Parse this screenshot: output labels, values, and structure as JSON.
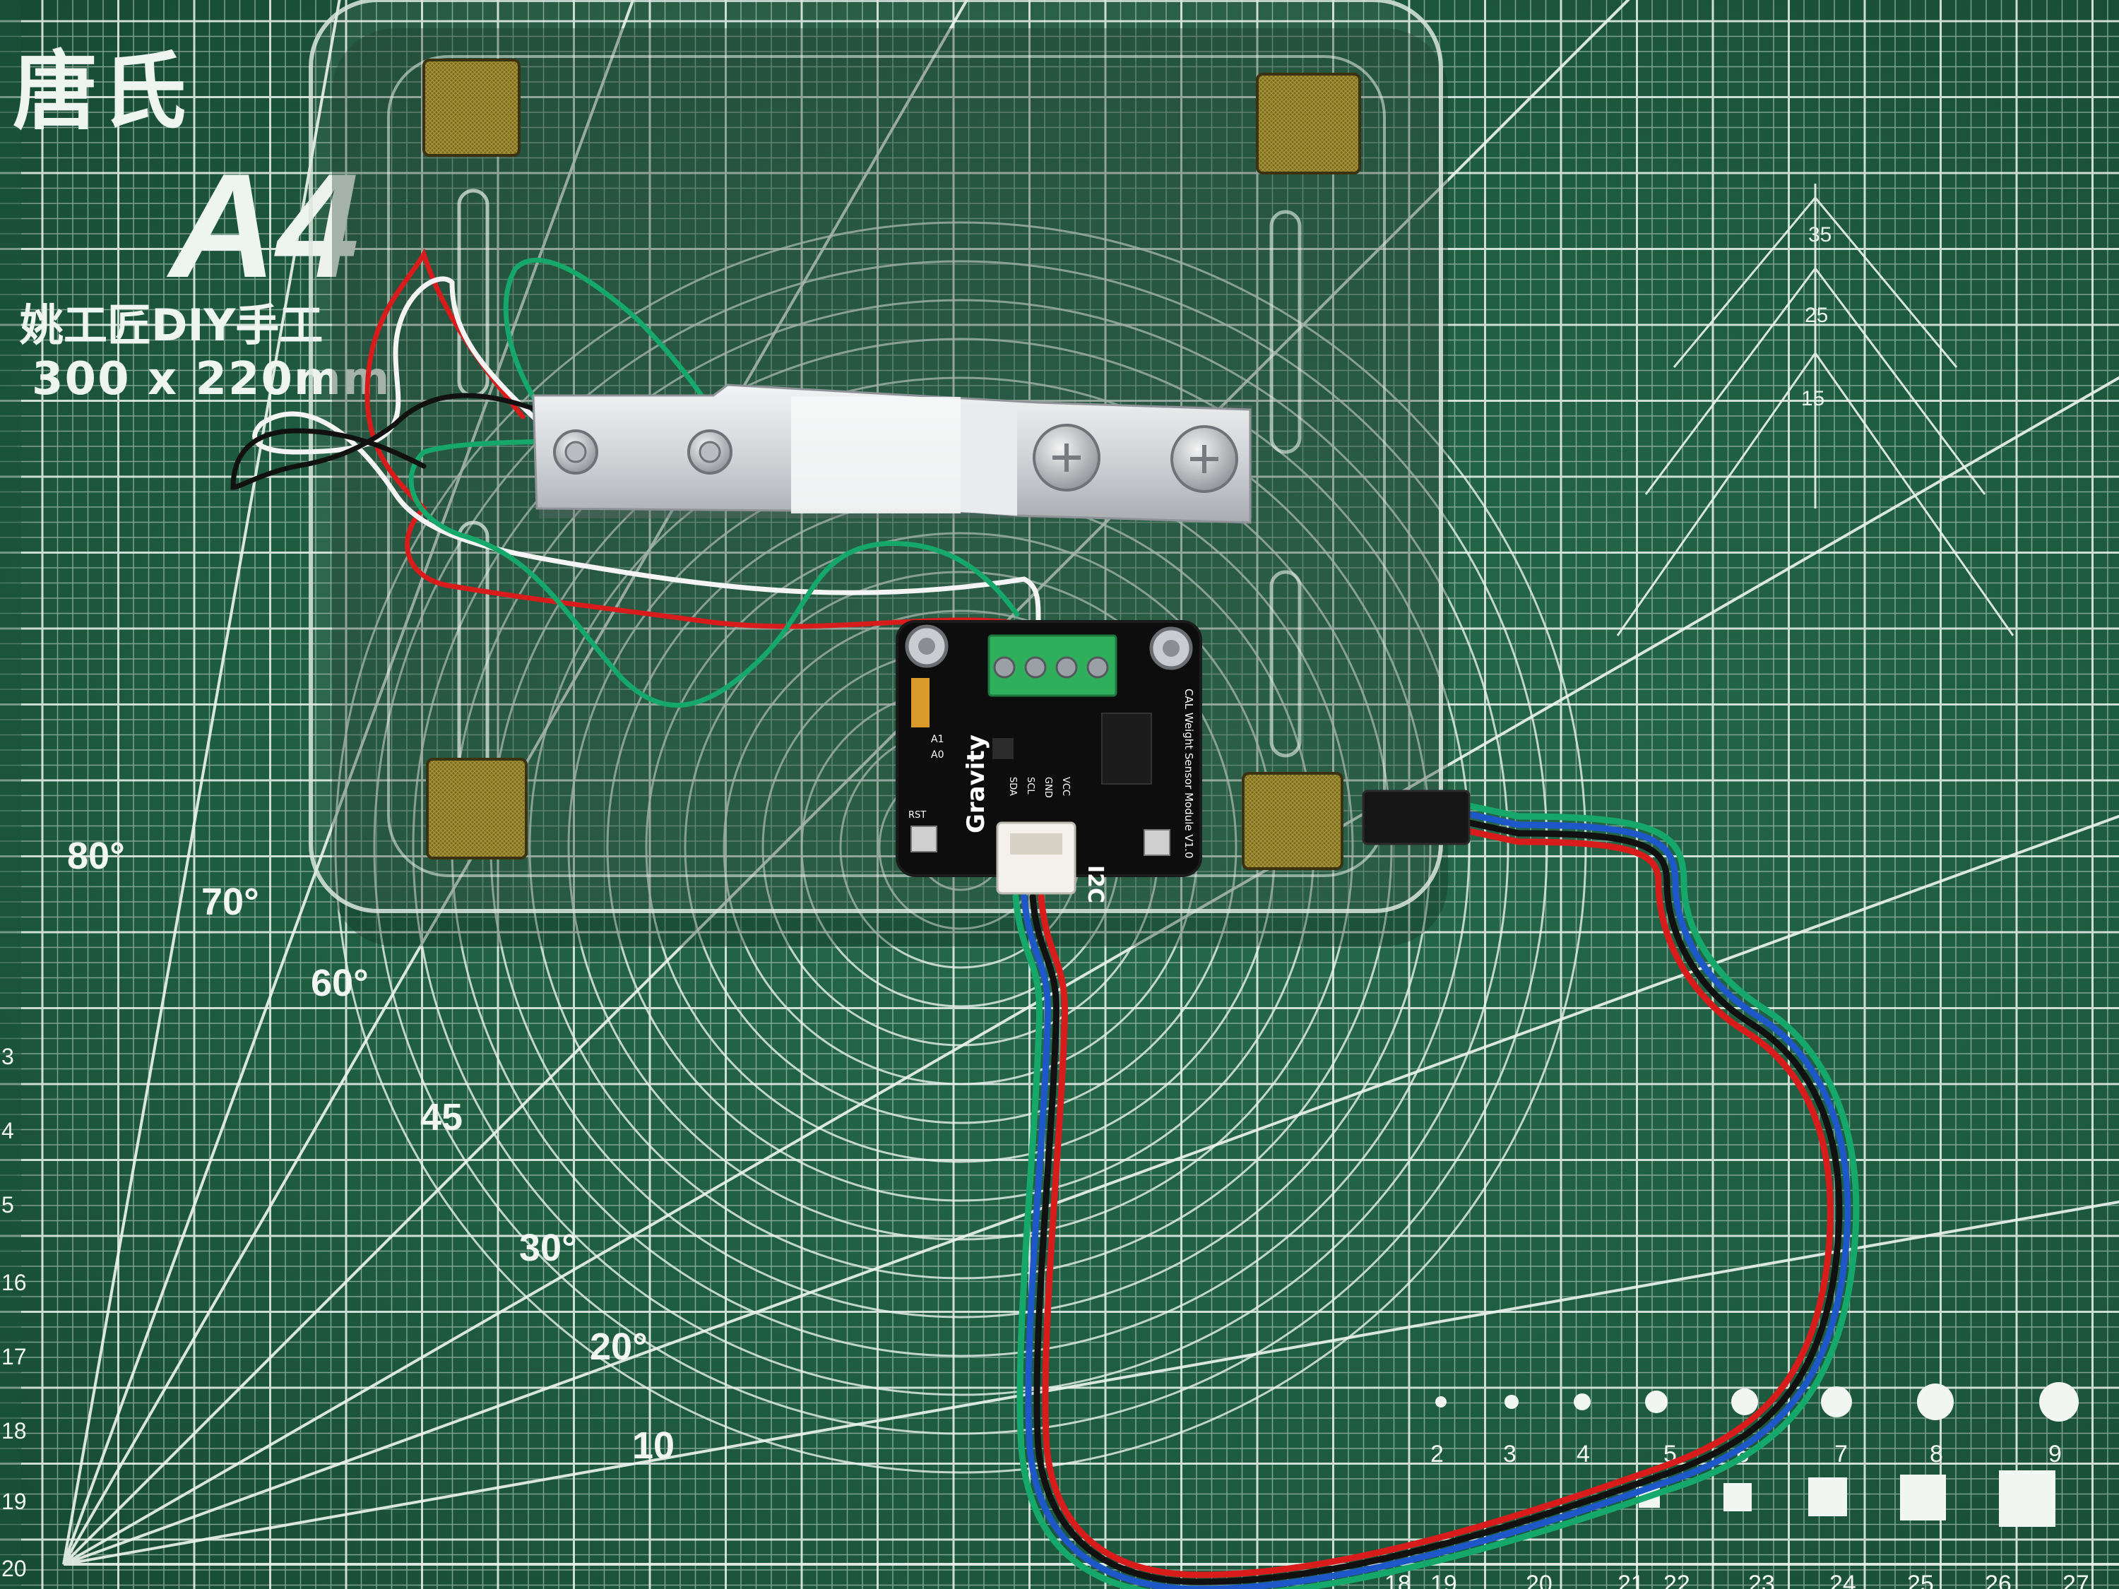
{
  "mat": {
    "brand_cn": "唐氏",
    "model": "A4",
    "subtitle": "姚工匠DIY手工",
    "size": "300 x 220mm",
    "color": "#1f5d41",
    "line_color": "#e6efe8",
    "angle_labels": [
      "80°",
      "70°",
      "60°",
      "45",
      "30°",
      "20°",
      "10"
    ],
    "triangle_labels": [
      "35",
      "25",
      "15"
    ],
    "left_ruler": [
      "3",
      "4",
      "5",
      "16",
      "17",
      "18",
      "19",
      "20"
    ],
    "bottom_ruler": [
      "18",
      "19",
      "20",
      "21",
      "22",
      "23",
      "24",
      "25",
      "26",
      "27"
    ],
    "hole_sizes": [
      "2",
      "3",
      "4",
      "5",
      "6",
      "7",
      "8",
      "9"
    ]
  },
  "module": {
    "brand": "Gravity",
    "interface": "I2C",
    "name": "CAL Weight Sensor Module V1.0",
    "pins": [
      "SDA",
      "SCL",
      "GND",
      "VCC"
    ],
    "address_pins": [
      "A1",
      "A0"
    ],
    "reset_label": "RST"
  },
  "wire_colors": {
    "red": "#d81c1c",
    "black": "#111111",
    "white": "#f4f4f4",
    "green": "#16a86a",
    "blue": "#1e58c8"
  },
  "icons": [
    "load-cell-icon",
    "acrylic-plate-icon",
    "screw-icon",
    "terminal-block-icon",
    "jst-connector-icon"
  ]
}
